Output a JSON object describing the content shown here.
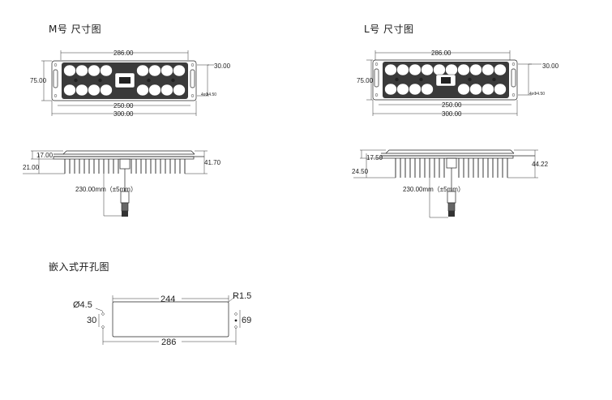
{
  "titles": {
    "m_size": "M号 尺寸图",
    "l_size": "L号 尺寸图",
    "cutout": "嵌入式开孔图"
  },
  "m_module": {
    "top_width": "286.00",
    "height": "75.00",
    "side": "30.00",
    "hole": "4xΦ4.50",
    "inner": "250.00",
    "outer": "300.00",
    "h1": "17.00",
    "h2": "21.00",
    "h3": "41.70",
    "cable": "230.00mm（±5mm）"
  },
  "l_module": {
    "top_width": "286.00",
    "height": "75.00",
    "side": "30.00",
    "hole": "4xΦ4.50",
    "inner": "250.00",
    "outer": "300.00",
    "h1": "17.50",
    "h2": "24.50",
    "h3": "44.22",
    "cable": "230.00mm（±5mm）"
  },
  "cutout": {
    "width": "244",
    "radius": "R1.5",
    "hole_dia": "Ø4.5",
    "hole_space": "30",
    "height": "69",
    "total": "286"
  }
}
